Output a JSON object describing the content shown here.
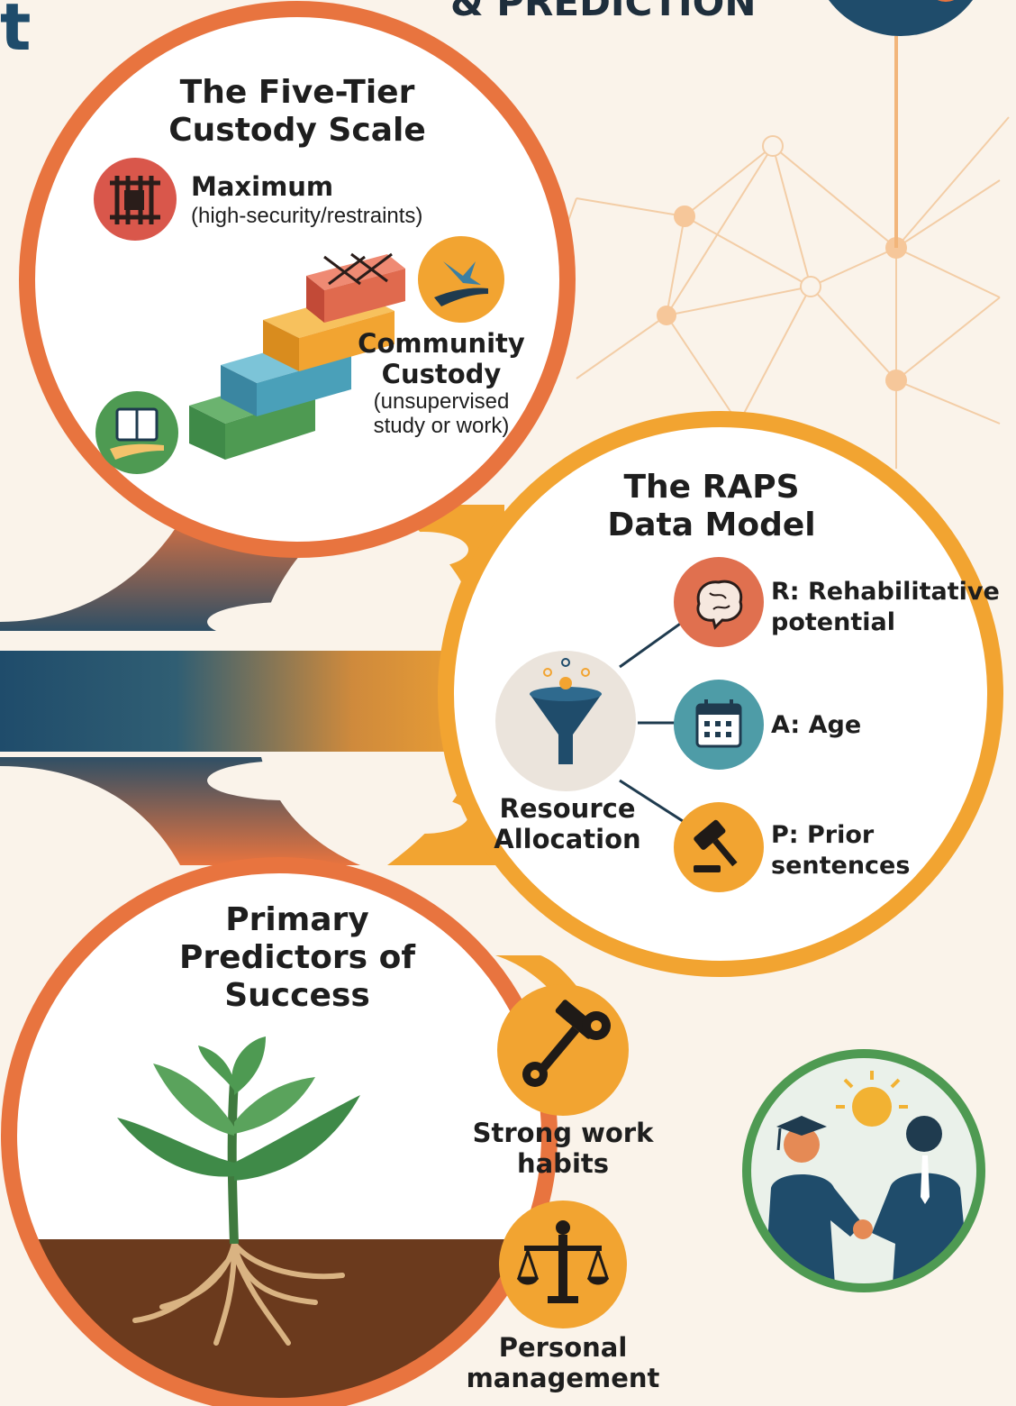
{
  "header": {
    "title_fragment": "& PREDICTION",
    "left_fragment": "t"
  },
  "custody_scale": {
    "title_lines": [
      "The Five-Tier",
      "Custody Scale"
    ],
    "maximum": {
      "label": "Maximum",
      "sub": "(high-security/restraints)",
      "icon": "prison-bars-icon"
    },
    "community": {
      "label_lines": [
        "Community",
        "Custody"
      ],
      "sub_lines": [
        "(unsupervised",
        "study or work)"
      ],
      "icon": "hand-bird-icon"
    },
    "study_icon": "book-in-hand-icon",
    "tier_colors": [
      "#4e9a52",
      "#4aa0b9",
      "#f2a431",
      "#e06a4e",
      "#d9534f"
    ]
  },
  "raps_model": {
    "title_lines": [
      "The RAPS",
      "Data Model"
    ],
    "hub": {
      "label_lines": [
        "Resource",
        "Allocation"
      ],
      "icon": "funnel-icon"
    },
    "factors": [
      {
        "label_lines": [
          "R: Rehabilitative",
          "potential"
        ],
        "icon": "brain-icon",
        "color": "#e0704f"
      },
      {
        "label_lines": [
          "A: Age"
        ],
        "icon": "calendar-icon",
        "color": "#4e9ca7"
      },
      {
        "label_lines": [
          "P: Prior",
          "sentences"
        ],
        "icon": "gavel-icon",
        "color": "#f2a431"
      }
    ]
  },
  "predictors": {
    "title_lines": [
      "Primary",
      "Predictors of",
      "Success"
    ],
    "items": [
      {
        "label_lines": [
          "Strong work",
          "habits"
        ],
        "icon": "hammer-gear-icon"
      },
      {
        "label_lines": [
          "Personal",
          "management"
        ],
        "icon": "scales-icon"
      }
    ],
    "plant_icon": "plant-roots-icon",
    "handshake_icon": "graduate-handshake-icon"
  },
  "colors": {
    "orange": "#e8743f",
    "amber": "#f2a431",
    "navy": "#1f4c6b",
    "soil": "#6b3a1d"
  }
}
